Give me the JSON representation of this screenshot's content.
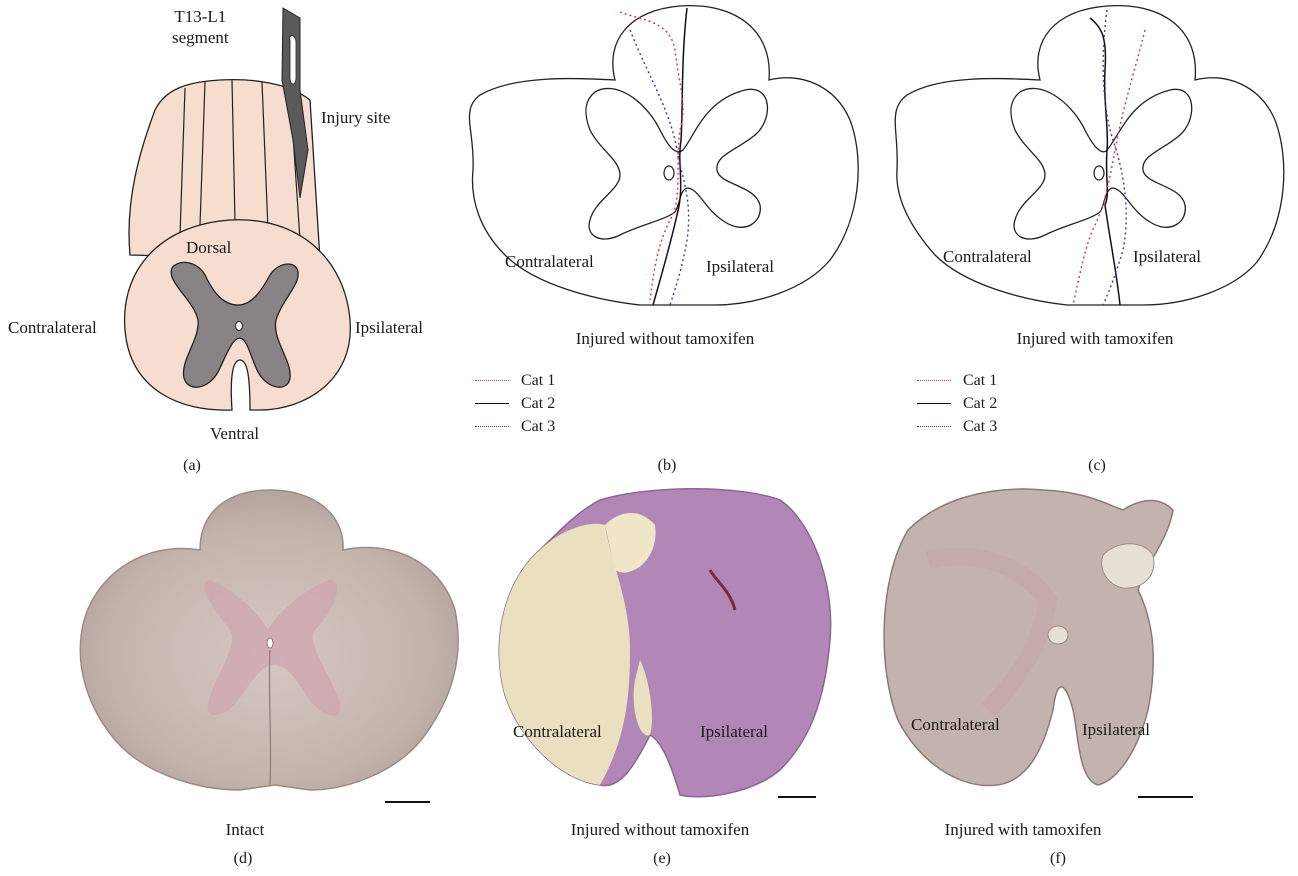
{
  "panel_a": {
    "segment": "T13-L1\nsegment",
    "injury_site": "Injury site",
    "dorsal": "Dorsal",
    "ventral": "Ventral",
    "contralateral": "Contralateral",
    "ipsilateral": "Ipsilateral",
    "letter": "(a)"
  },
  "panel_b": {
    "contralateral": "Contralateral",
    "ipsilateral": "Ipsilateral",
    "caption": "Injured without tamoxifen",
    "letter": "(b)",
    "legend": [
      {
        "label": "Cat 1",
        "color": "#d63a3a",
        "style": "dotted"
      },
      {
        "label": "Cat 2",
        "color": "#111111",
        "style": "solid"
      },
      {
        "label": "Cat 3",
        "color": "#3a3ab0",
        "style": "dotted"
      }
    ]
  },
  "panel_c": {
    "contralateral": "Contralateral",
    "ipsilateral": "Ipsilateral",
    "caption": "Injured with tamoxifen",
    "letter": "(c)",
    "legend": [
      {
        "label": "Cat 1",
        "color": "#d63a3a",
        "style": "dotted"
      },
      {
        "label": "Cat 2",
        "color": "#111111",
        "style": "solid"
      },
      {
        "label": "Cat 3",
        "color": "#3a3ab0",
        "style": "dotted"
      }
    ]
  },
  "panel_d": {
    "caption": "Intact",
    "letter": "(d)"
  },
  "panel_e": {
    "contralateral": "Contralateral",
    "ipsilateral": "Ipsilateral",
    "caption": "Injured without tamoxifen",
    "letter": "(e)"
  },
  "panel_f": {
    "contralateral": "Contralateral",
    "ipsilateral": "Ipsilateral",
    "caption": "Injured with tamoxifen",
    "letter": "(f)"
  },
  "colors": {
    "cord_fill": "#f6ddd0",
    "grey_matter": "#8a8385",
    "scalpel": "#5a5a5a",
    "cat1": "#d63a3a",
    "cat2": "#111111",
    "cat3": "#3a3ab0"
  }
}
